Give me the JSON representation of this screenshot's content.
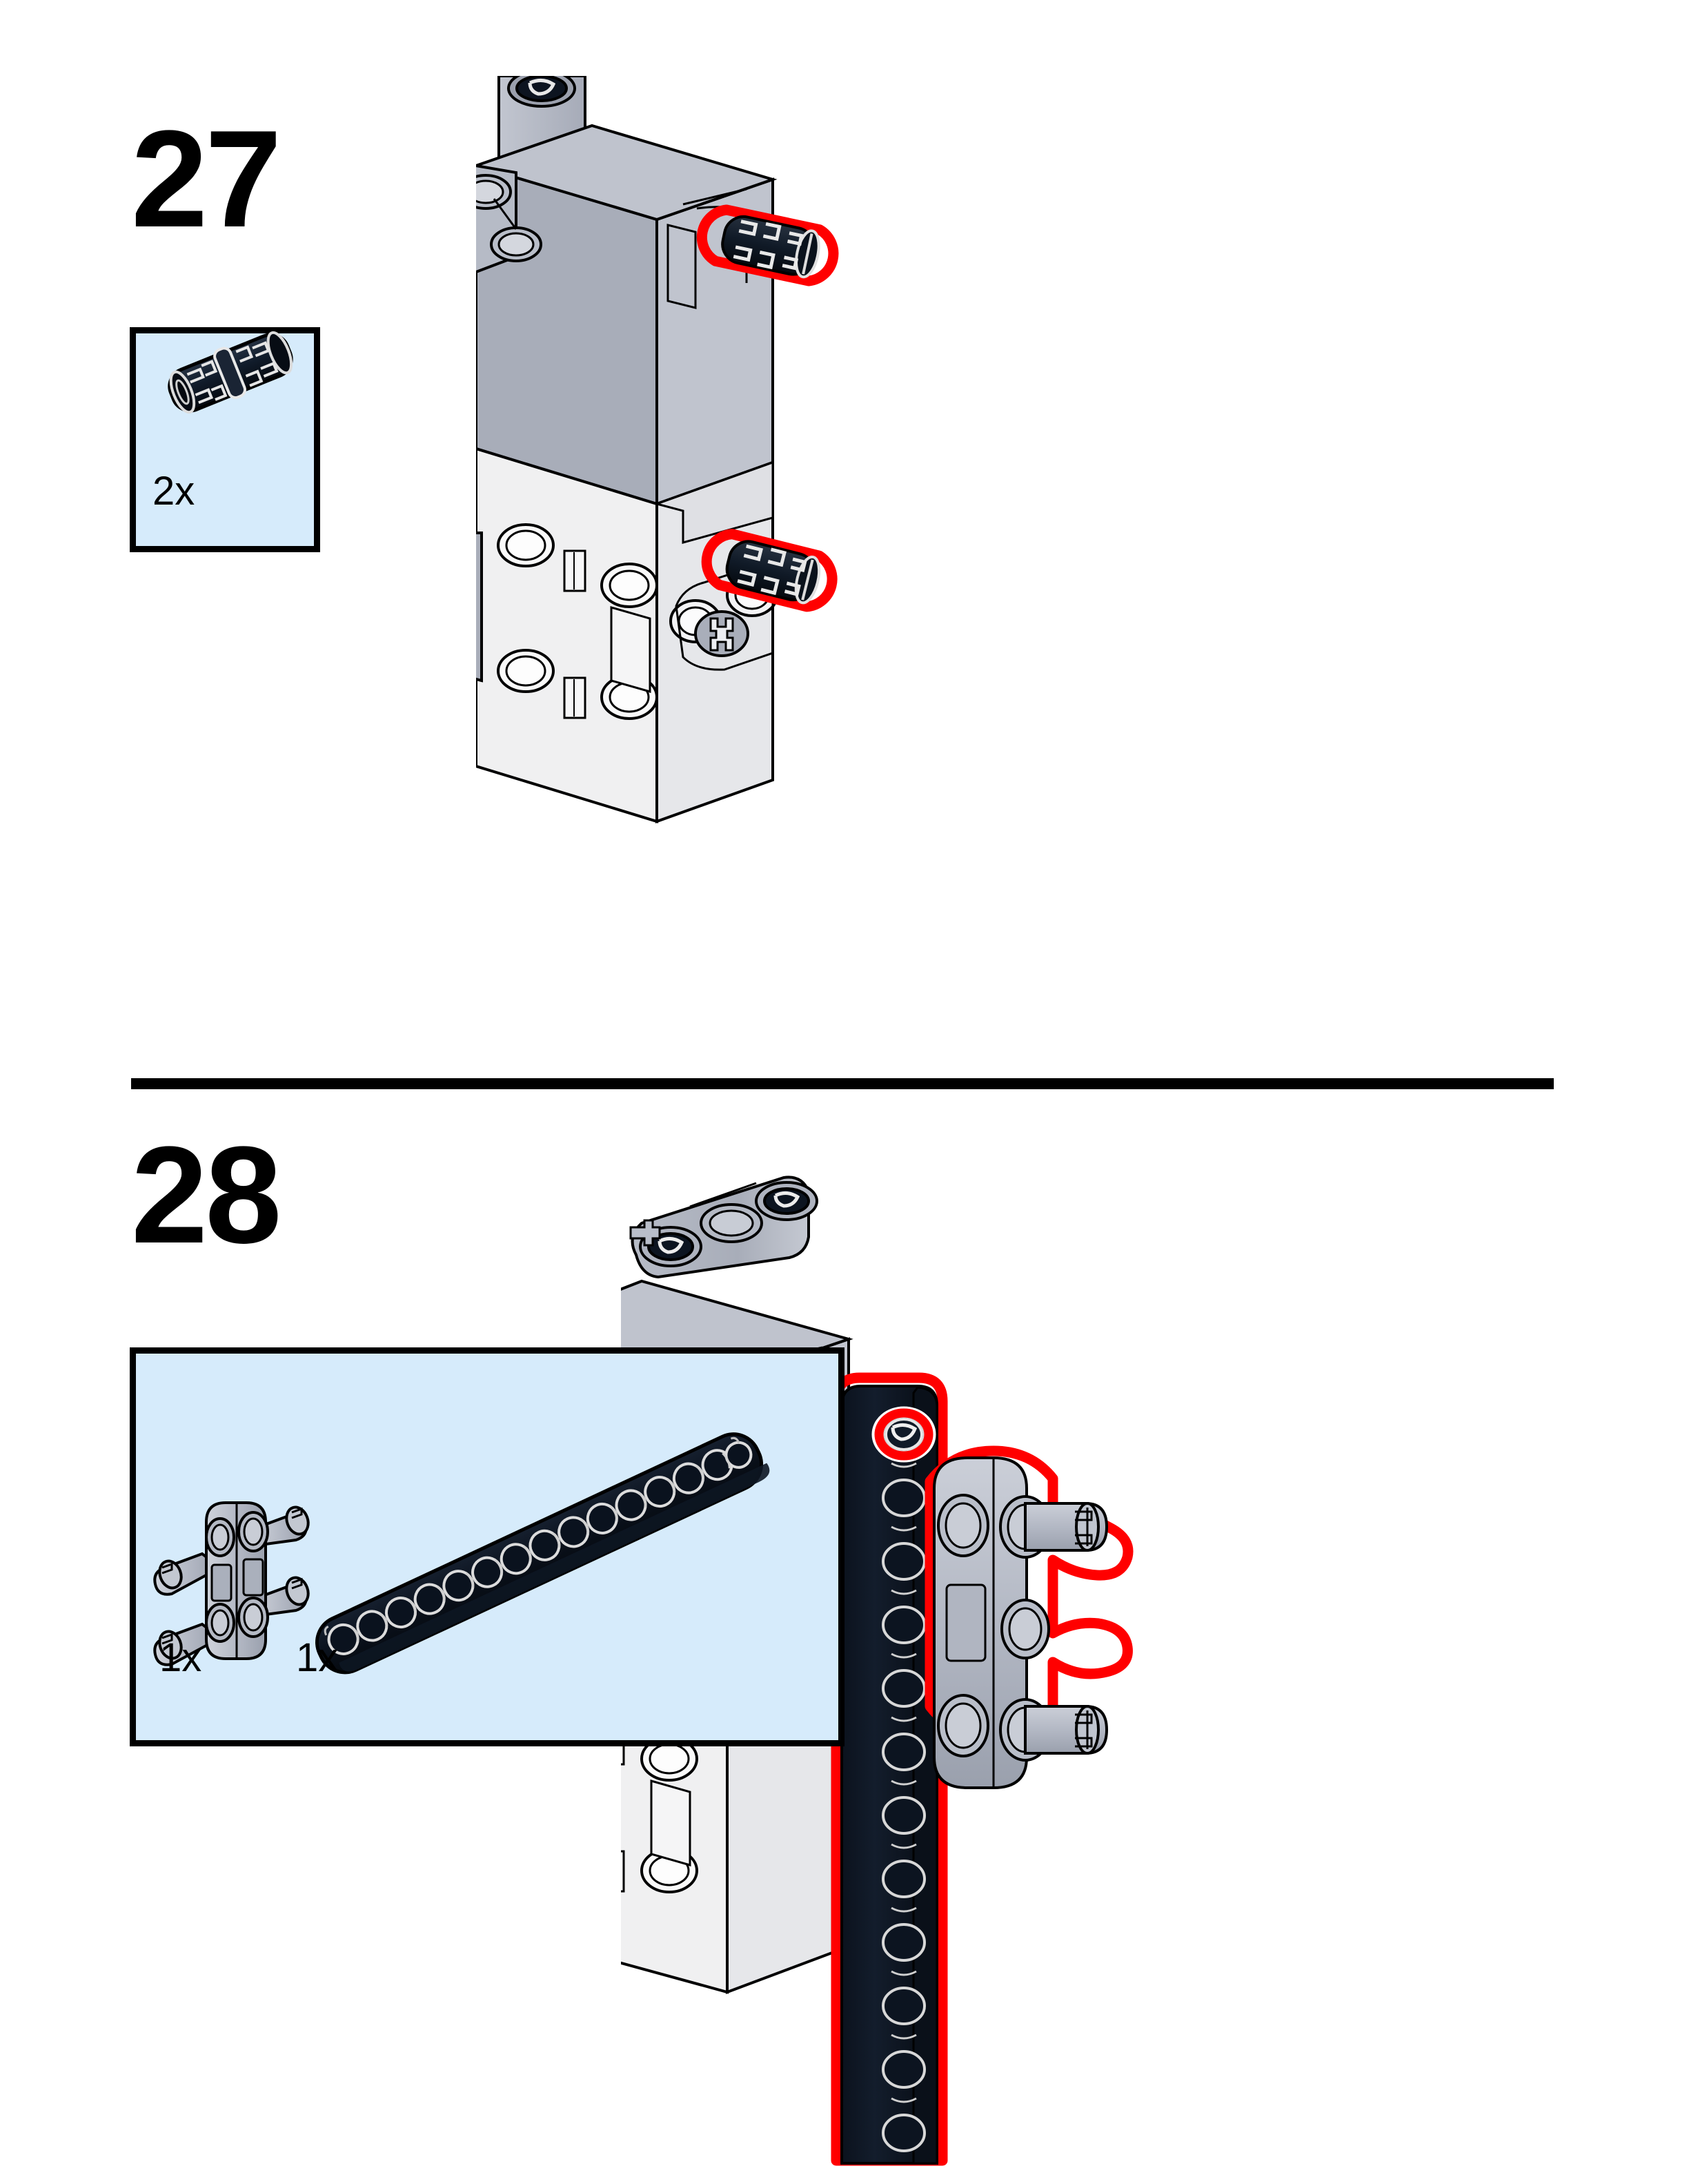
{
  "document": {
    "type": "lego-building-instructions",
    "page_background": "#ffffff"
  },
  "colors": {
    "callout_background": "#d6ebfb",
    "callout_border": "#000000",
    "highlight": "#ff0000",
    "part_black": "#0d1420",
    "part_light_gray": "#b8bcc6",
    "part_white": "#f2f2f2",
    "part_medium_gray": "#a3a8b5",
    "outline": "#000000"
  },
  "steps": [
    {
      "id": "step-27",
      "number": "27",
      "callout": {
        "parts": [
          {
            "icon": "technic-pin-black",
            "quantity": "2x",
            "color": "#0d1420",
            "description": "black technic friction pin"
          }
        ]
      },
      "assembly": {
        "description": "Motor body with gray technic beam on top, two black pins inserted on right side",
        "highlighted_parts": 2
      }
    },
    {
      "id": "step-28",
      "number": "28",
      "callout": {
        "parts": [
          {
            "icon": "technic-pin-connector-gray",
            "quantity": "1x",
            "color": "#b8bcc6",
            "description": "light gray 2x2 technic pin connector plate"
          },
          {
            "icon": "technic-beam-black-15",
            "quantity": "1x",
            "color": "#0d1420",
            "holes": 15,
            "description": "black technic liftarm beam with 15 holes"
          }
        ]
      },
      "assembly": {
        "description": "Motor body with black beam attached vertically and gray pin connector at right",
        "highlighted_parts": 2
      }
    }
  ],
  "divider": {
    "present": true,
    "color": "#000000"
  }
}
